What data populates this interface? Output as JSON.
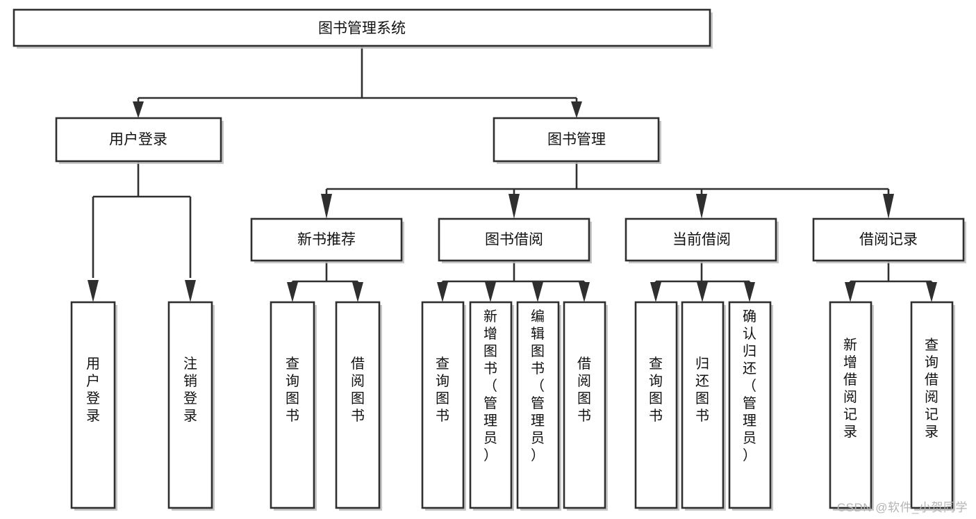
{
  "diagram": {
    "type": "tree",
    "title": "图书管理系统",
    "orientation": "top-down",
    "watermark": "CSDN @软件_小贺同学",
    "colors": {
      "stroke": "#2f2f2f",
      "fill": "#ffffff",
      "text": "#111111",
      "shadow": "#bdbdbd",
      "watermark": "#b4b4b4"
    },
    "nodes": {
      "root": {
        "label": "图书管理系统",
        "level": 1
      },
      "l2": [
        {
          "id": "user-login",
          "label": "用户登录",
          "level": 2
        },
        {
          "id": "book-manage",
          "label": "图书管理",
          "level": 2
        }
      ],
      "l3": [
        {
          "id": "new-book-rec",
          "label": "新书推荐",
          "level": 3,
          "parent": "book-manage"
        },
        {
          "id": "book-borrow",
          "label": "图书借阅",
          "level": 3,
          "parent": "book-manage"
        },
        {
          "id": "current-borrow",
          "label": "当前借阅",
          "level": 3,
          "parent": "book-manage"
        },
        {
          "id": "borrow-record",
          "label": "借阅记录",
          "level": 3,
          "parent": "book-manage"
        }
      ],
      "leaves": [
        {
          "id": "leaf-user-login",
          "label": "用户登录",
          "parent": "user-login"
        },
        {
          "id": "leaf-logout",
          "label": "注销登录",
          "parent": "user-login"
        },
        {
          "id": "leaf-query-book-1",
          "label": "查询图书",
          "parent": "new-book-rec"
        },
        {
          "id": "leaf-borrow-book-1",
          "label": "借阅图书",
          "parent": "new-book-rec"
        },
        {
          "id": "leaf-query-book-2",
          "label": "查询图书",
          "parent": "book-borrow"
        },
        {
          "id": "leaf-add-book",
          "label": "新增图书（管理员）",
          "parent": "book-borrow"
        },
        {
          "id": "leaf-edit-book",
          "label": "编辑图书（管理员）",
          "parent": "book-borrow"
        },
        {
          "id": "leaf-borrow-book-2",
          "label": "借阅图书",
          "parent": "book-borrow"
        },
        {
          "id": "leaf-query-book-3",
          "label": "查询图书",
          "parent": "current-borrow"
        },
        {
          "id": "leaf-return-book",
          "label": "归还图书",
          "parent": "current-borrow"
        },
        {
          "id": "leaf-confirm-return",
          "label": "确认归还（管理员）",
          "parent": "current-borrow"
        },
        {
          "id": "leaf-add-record",
          "label": "新增借阅记录",
          "parent": "borrow-record"
        },
        {
          "id": "leaf-query-record",
          "label": "查询借阅记录",
          "parent": "borrow-record"
        }
      ]
    }
  }
}
